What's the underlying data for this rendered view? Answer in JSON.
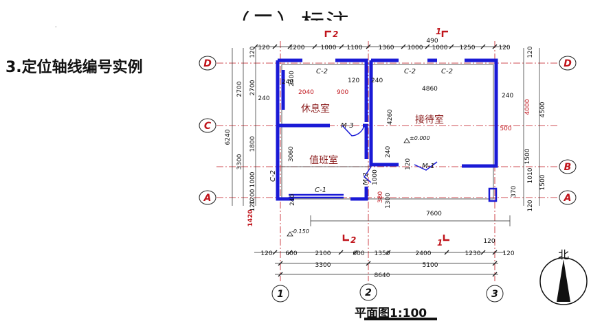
{
  "slide": {
    "title": "（二）标注",
    "subtitle": "3.定位轴线编号实例"
  },
  "caption": "平面图1:100",
  "north_label": "北",
  "colors": {
    "wall": "#1a1ad6",
    "dim": "#222222",
    "red": "#c0141b",
    "axis": "#c0141b"
  },
  "axis_labels": {
    "rows": [
      "D",
      "C",
      "B",
      "A"
    ],
    "cols": [
      "1",
      "2",
      "3"
    ]
  },
  "rooms": [
    "休息室",
    "接待室",
    "值班室"
  ],
  "doors": [
    "M-3",
    "M-1",
    "M-2"
  ],
  "windows": [
    "C-2",
    "C-2",
    "C-2",
    "C-1",
    "C-2"
  ],
  "levels": [
    "±0.000",
    "-0.150"
  ],
  "section_marks": [
    "2",
    "1",
    "2",
    "1"
  ],
  "top_dims": [
    "120",
    "1200",
    "1000",
    "1100",
    "1360",
    "1000",
    "1000",
    "1250",
    "120",
    "490"
  ],
  "bottom_dims": {
    "row1": [
      "120",
      "600",
      "2100",
      "600",
      "1350",
      "2400",
      "1230",
      "120"
    ],
    "row2": [
      "3300",
      "5100"
    ],
    "row3": [
      "8640"
    ],
    "extra": [
      "120"
    ]
  },
  "left_dims": {
    "outer": [
      "6240"
    ],
    "middle": [
      "2700",
      "3300"
    ],
    "inner": [
      "120",
      "2700",
      "240",
      "1800",
      "1000",
      "1200",
      "120"
    ],
    "red": "1420"
  },
  "right_dims": {
    "outer": [
      "4500",
      "1500"
    ],
    "inner": [
      "120",
      "4000",
      "500",
      "1010",
      "1500",
      "120"
    ]
  },
  "interior_dims": [
    "2400",
    "120",
    "240",
    "240",
    "2040",
    "900",
    "4860",
    "240",
    "4260",
    "3060",
    "240",
    "120",
    "1000",
    "1300",
    "380",
    "370",
    "240",
    "7600"
  ],
  "red_dims": [
    "2040",
    "900",
    "500",
    "380",
    "1420"
  ]
}
